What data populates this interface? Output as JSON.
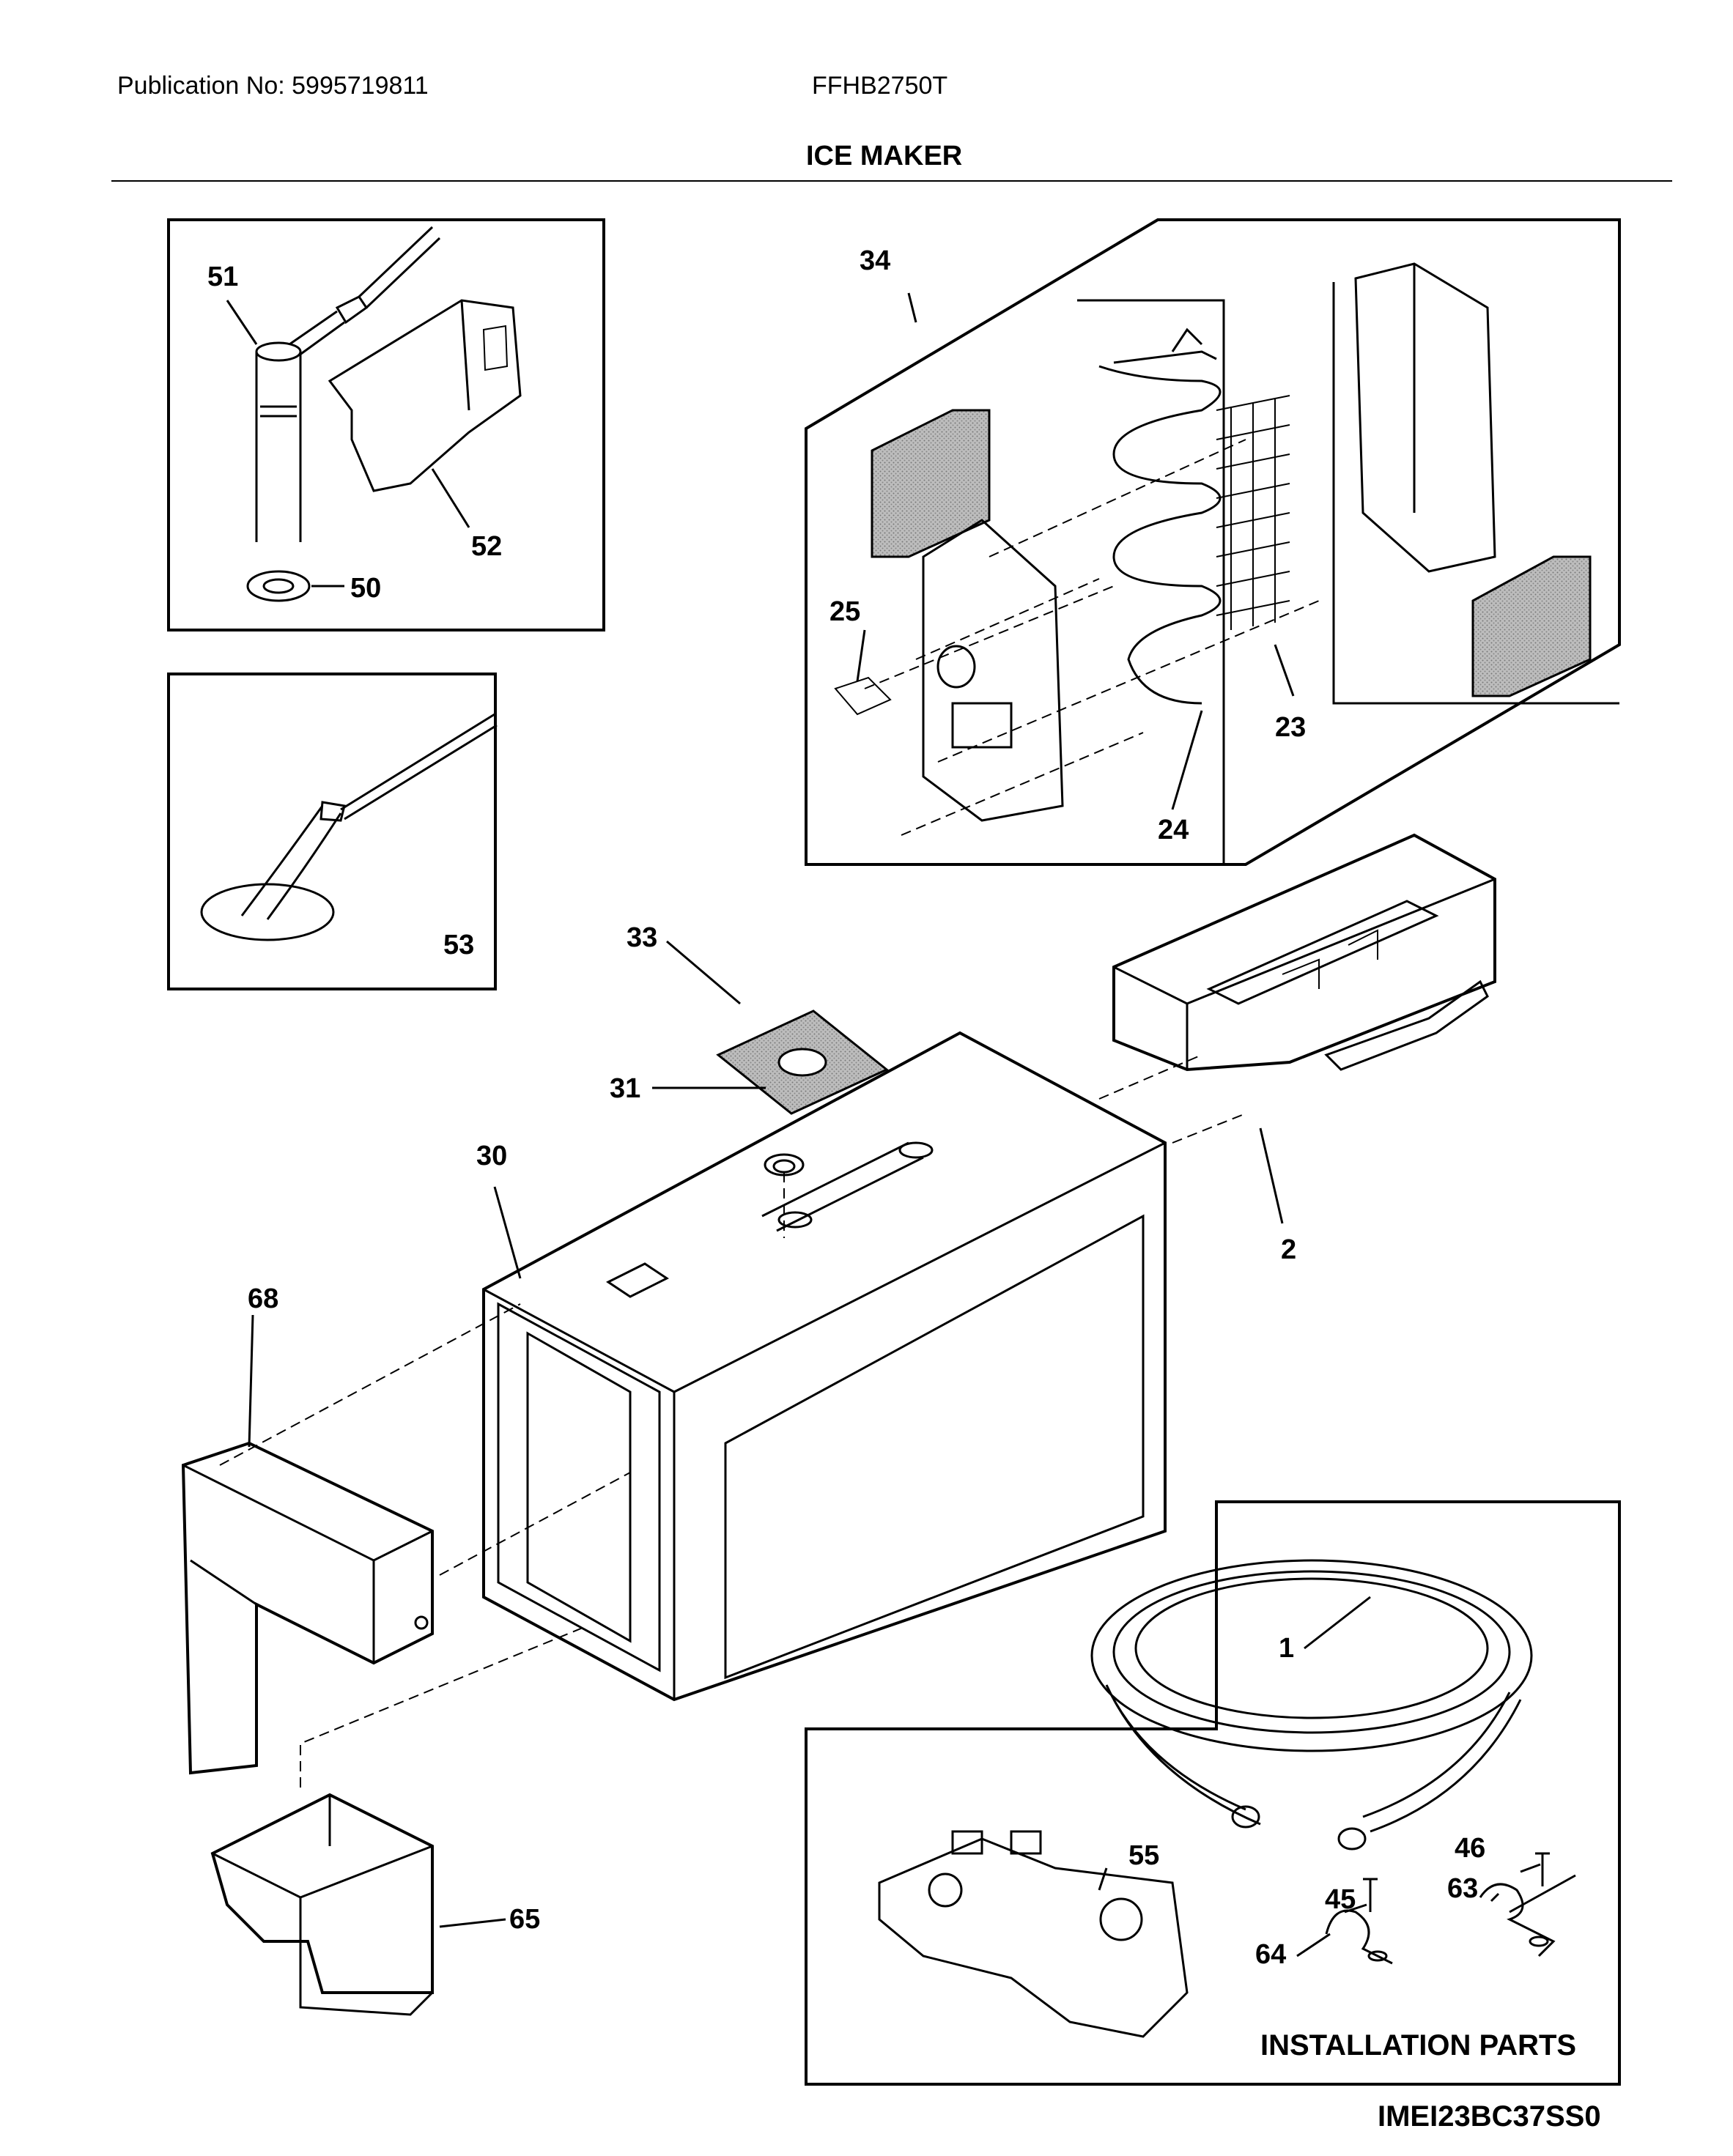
{
  "header": {
    "publication": "Publication No: 5995719811",
    "model": "FFHB2750T",
    "title": "ICE MAKER"
  },
  "callouts": {
    "c51": "51",
    "c52": "52",
    "c50": "50",
    "c53": "53",
    "c34": "34",
    "c25": "25",
    "c23": "23",
    "c24": "24",
    "c33": "33",
    "c31": "31",
    "c30": "30",
    "c2": "2",
    "c68": "68",
    "c65": "65",
    "c1": "1",
    "c55": "55",
    "c46": "46",
    "c45": "45",
    "c63": "63",
    "c64": "64"
  },
  "installation_label": "INSTALLATION PARTS",
  "diagram_code": "IMEI23BC37SS0"
}
